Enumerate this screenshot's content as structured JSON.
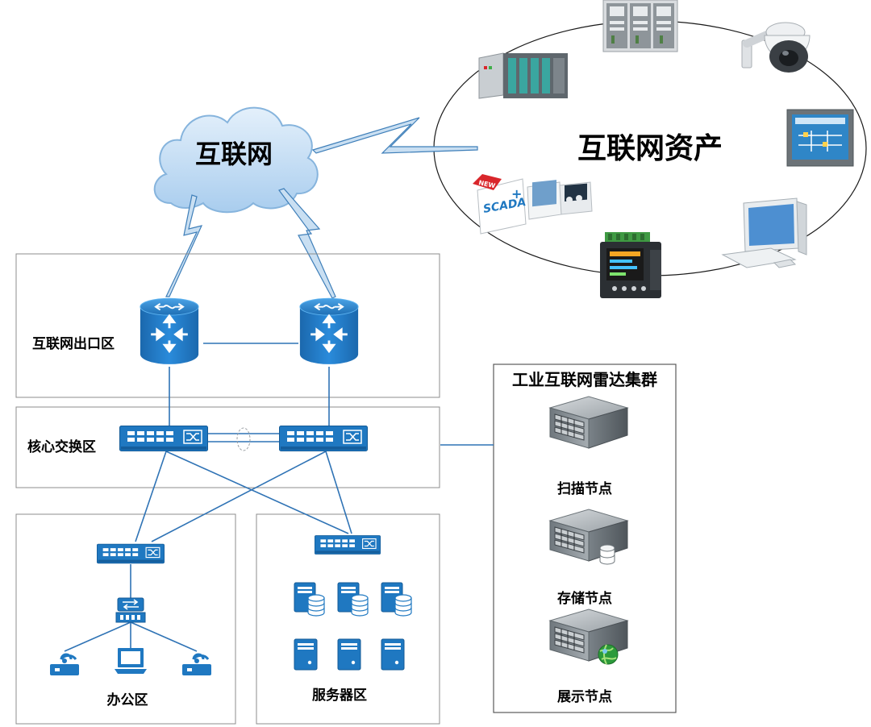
{
  "cloud": {
    "label": "互联网"
  },
  "asset_ring": {
    "title": "互联网资产",
    "devices": [
      {
        "name": "server-cabinets",
        "icon": "cabinet-icon"
      },
      {
        "name": "ptz-camera",
        "icon": "dome-camera-icon"
      },
      {
        "name": "hmi-panel",
        "icon": "touch-panel-icon"
      },
      {
        "name": "workstation",
        "icon": "desktop-computer-icon"
      },
      {
        "name": "power-meter",
        "icon": "power-meter-icon"
      },
      {
        "name": "scada-software",
        "icon": "scada-icon",
        "text": "SCADA",
        "badge": "NEW"
      },
      {
        "name": "plc",
        "icon": "plc-icon"
      }
    ]
  },
  "zones": {
    "exit": {
      "label": "互联网出口区"
    },
    "core": {
      "label": "核心交换区"
    },
    "office": {
      "label": "办公区"
    },
    "servers": {
      "label": "服务器区"
    }
  },
  "radar": {
    "title": "工业互联网雷达集群",
    "nodes": [
      {
        "label": "扫描节点",
        "icon": "scan-server-icon"
      },
      {
        "label": "存储节点",
        "icon": "storage-server-icon"
      },
      {
        "label": "展示节点",
        "icon": "display-server-icon"
      }
    ]
  },
  "colors": {
    "link": "#2f73b5",
    "device_blue": "#1f78c1",
    "zone_border": "#8c8c8c",
    "cloud": "#c6def4",
    "server_gray": "#8f979d"
  }
}
